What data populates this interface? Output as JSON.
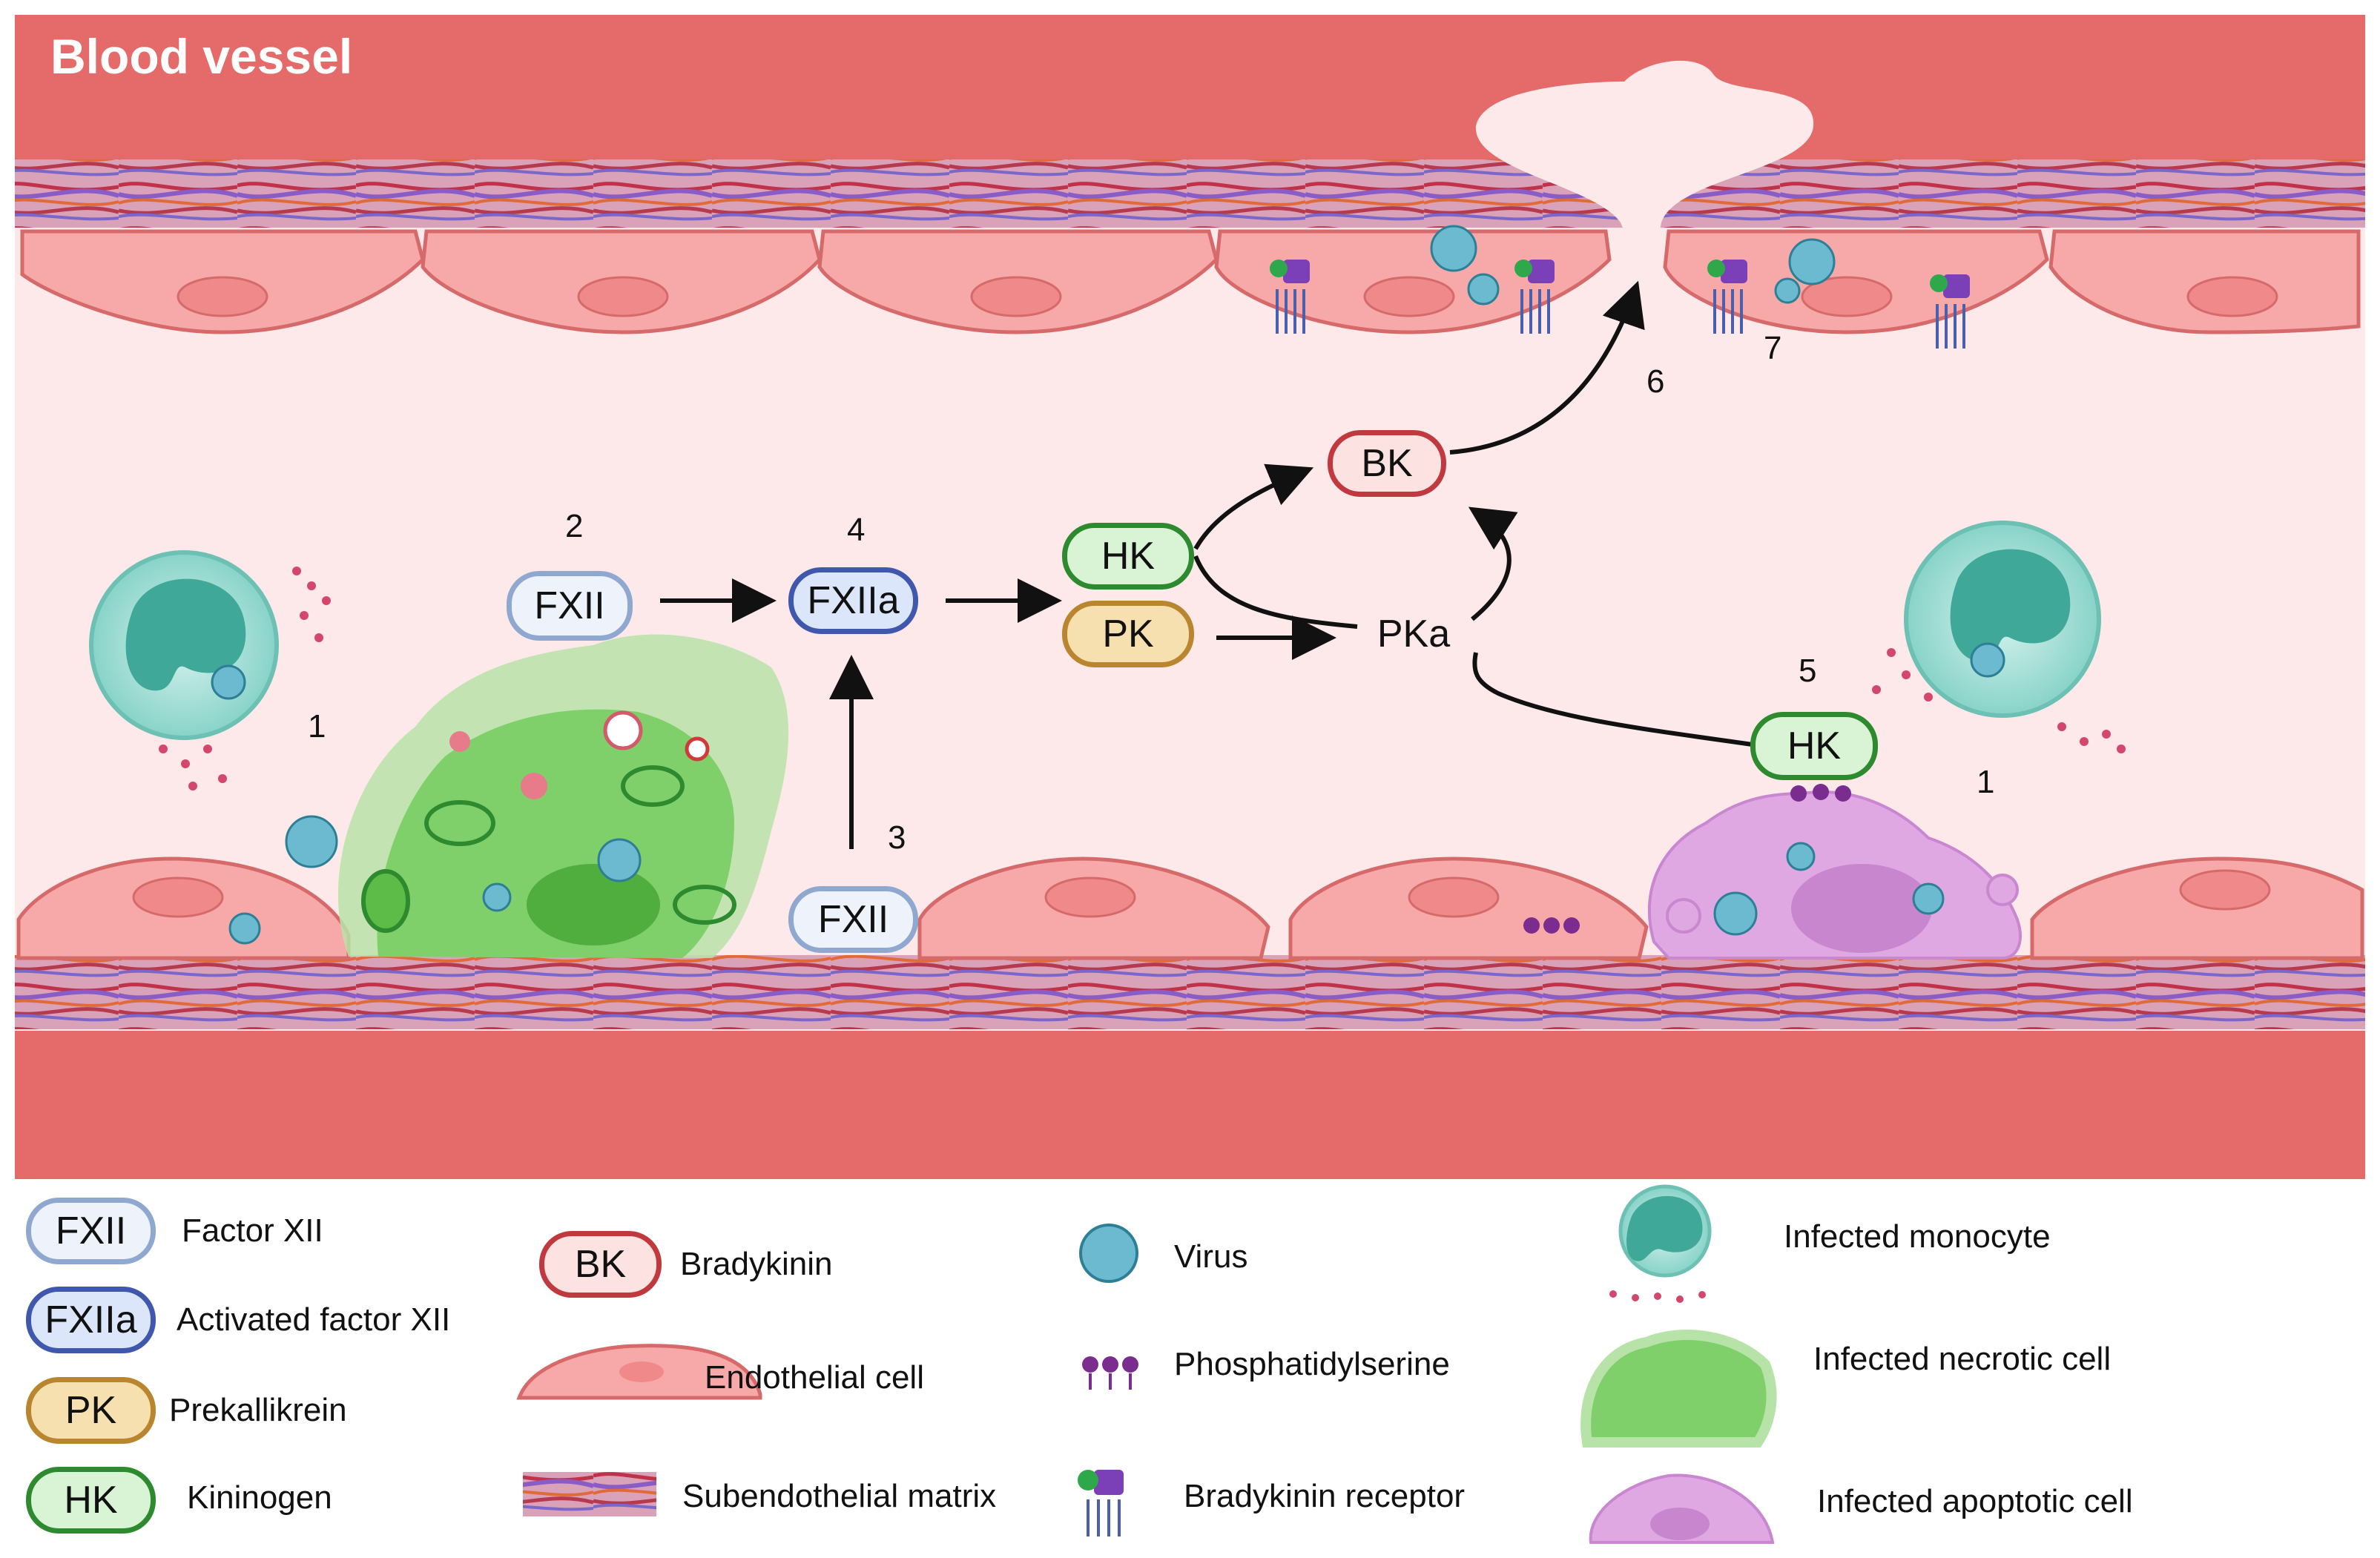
{
  "title": "Blood vessel",
  "nodes": {
    "fxii_top": "FXII",
    "fxiia": "FXIIa",
    "fxii_bottom": "FXII",
    "hk_center": "HK",
    "pk": "PK",
    "pka": "PKa",
    "bk": "BK",
    "hk_right": "HK"
  },
  "step_numbers": {
    "s1_left": "1",
    "s1_right": "1",
    "s2": "2",
    "s3": "3",
    "s4": "4",
    "s5": "5",
    "s6": "6",
    "s7": "7"
  },
  "legend": {
    "fxii": {
      "abbr": "FXII",
      "label": "Factor XII"
    },
    "fxiia": {
      "abbr": "FXIIa",
      "label": "Activated factor XII"
    },
    "pk": {
      "abbr": "PK",
      "label": "Prekallikrein"
    },
    "hk": {
      "abbr": "HK",
      "label": "Kininogen"
    },
    "bk": {
      "abbr": "BK",
      "label": "Bradykinin"
    },
    "endothelial": {
      "label": "Endothelial cell"
    },
    "matrix": {
      "label": "Subendothelial matrix"
    },
    "virus": {
      "label": "Virus"
    },
    "ps": {
      "label": "Phosphatidylserine"
    },
    "receptor": {
      "label": "Bradykinin receptor"
    },
    "monocyte": {
      "label": "Infected monocyte"
    },
    "necrotic": {
      "label": "Infected necrotic cell"
    },
    "apoptotic": {
      "label": "Infected apoptotic cell"
    }
  },
  "colors": {
    "vessel_wall": "#e56b6b",
    "lumen": "#fde9e9",
    "endothelial_fill": "#f7a9a9",
    "endothelial_stroke": "#d66a6a",
    "necrotic": "#6ec45f",
    "apoptotic": "#e0a8e3",
    "monocyte": "#8fd7cf",
    "virus": "#6bbad0"
  }
}
